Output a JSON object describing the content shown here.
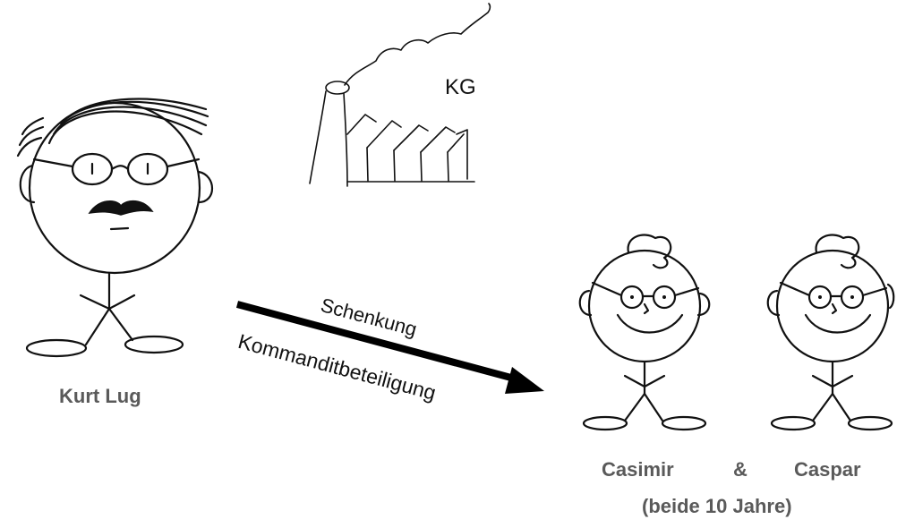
{
  "factory": {
    "label": "KG"
  },
  "arrow": {
    "top_label": "Schenkung",
    "bottom_label": "Kommanditbeteiligung"
  },
  "people": {
    "parent": {
      "name": "Kurt Lug"
    },
    "child1": {
      "name": "Casimir"
    },
    "connector": "&",
    "child2": {
      "name": "Caspar"
    },
    "children_note": "(beide 10 Jahre)"
  }
}
